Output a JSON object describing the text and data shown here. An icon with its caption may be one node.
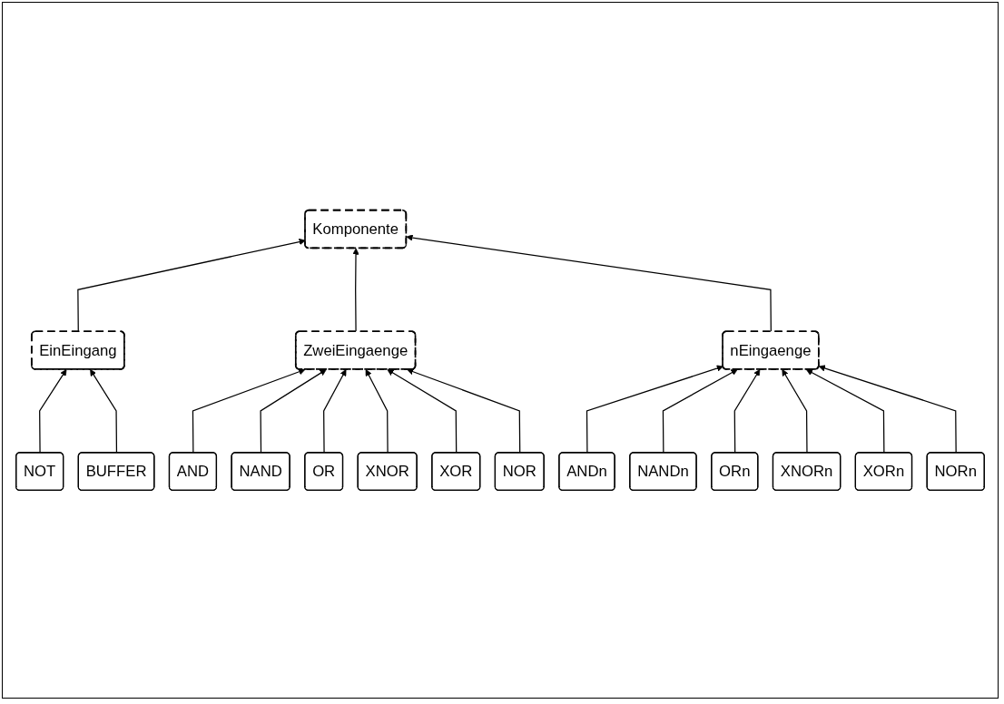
{
  "diagram": {
    "nodes": [
      {
        "text": [
          "Komponente"
        ]
      },
      {
        "text": [
          "EinEingang"
        ]
      },
      {
        "text": [
          "ZweiEingaenge"
        ]
      },
      {
        "text": [
          "nEingaenge"
        ]
      },
      {
        "text": [
          "NOT"
        ]
      },
      {
        "text": [
          "BUFFER"
        ]
      },
      {
        "text": [
          "AND"
        ]
      },
      {
        "text": [
          "NAND"
        ]
      },
      {
        "text": [
          "OR"
        ]
      },
      {
        "text": [
          "XNOR"
        ]
      },
      {
        "text": [
          "XOR"
        ]
      },
      {
        "text": [
          "NOR"
        ]
      },
      {
        "text": [
          "ANDn"
        ]
      },
      {
        "text": [
          "NANDn"
        ]
      },
      {
        "text": [
          "ORn"
        ]
      },
      {
        "text": [
          "XNORn"
        ]
      },
      {
        "text": [
          "XORn"
        ]
      },
      {
        "text": [
          "NORn"
        ]
      }
    ],
    "edges": [
      {
        "from": 1,
        "to": 0,
        "arrow": "to"
      },
      {
        "from": 2,
        "to": 0,
        "arrow": "to"
      },
      {
        "from": 3,
        "to": 0,
        "arrow": "to"
      },
      {
        "from": 4,
        "to": 1,
        "arrow": "to"
      },
      {
        "from": 5,
        "to": 1,
        "arrow": "to"
      },
      {
        "from": 6,
        "to": 2,
        "arrow": "to"
      },
      {
        "from": 7,
        "to": 2,
        "arrow": "to"
      },
      {
        "from": 8,
        "to": 2,
        "arrow": "to"
      },
      {
        "from": 9,
        "to": 2,
        "arrow": "to"
      },
      {
        "from": 10,
        "to": 2,
        "arrow": "to"
      },
      {
        "from": 11,
        "to": 2,
        "arrow": "to"
      },
      {
        "from": 12,
        "to": 3,
        "arrow": "to"
      },
      {
        "from": 13,
        "to": 3,
        "arrow": "to"
      },
      {
        "from": 14,
        "to": 3,
        "arrow": "to"
      },
      {
        "from": 15,
        "to": 3,
        "arrow": "to"
      },
      {
        "from": 16,
        "to": 3,
        "arrow": "to"
      },
      {
        "from": 17,
        "to": 3,
        "arrow": "to"
      }
    ]
  }
}
